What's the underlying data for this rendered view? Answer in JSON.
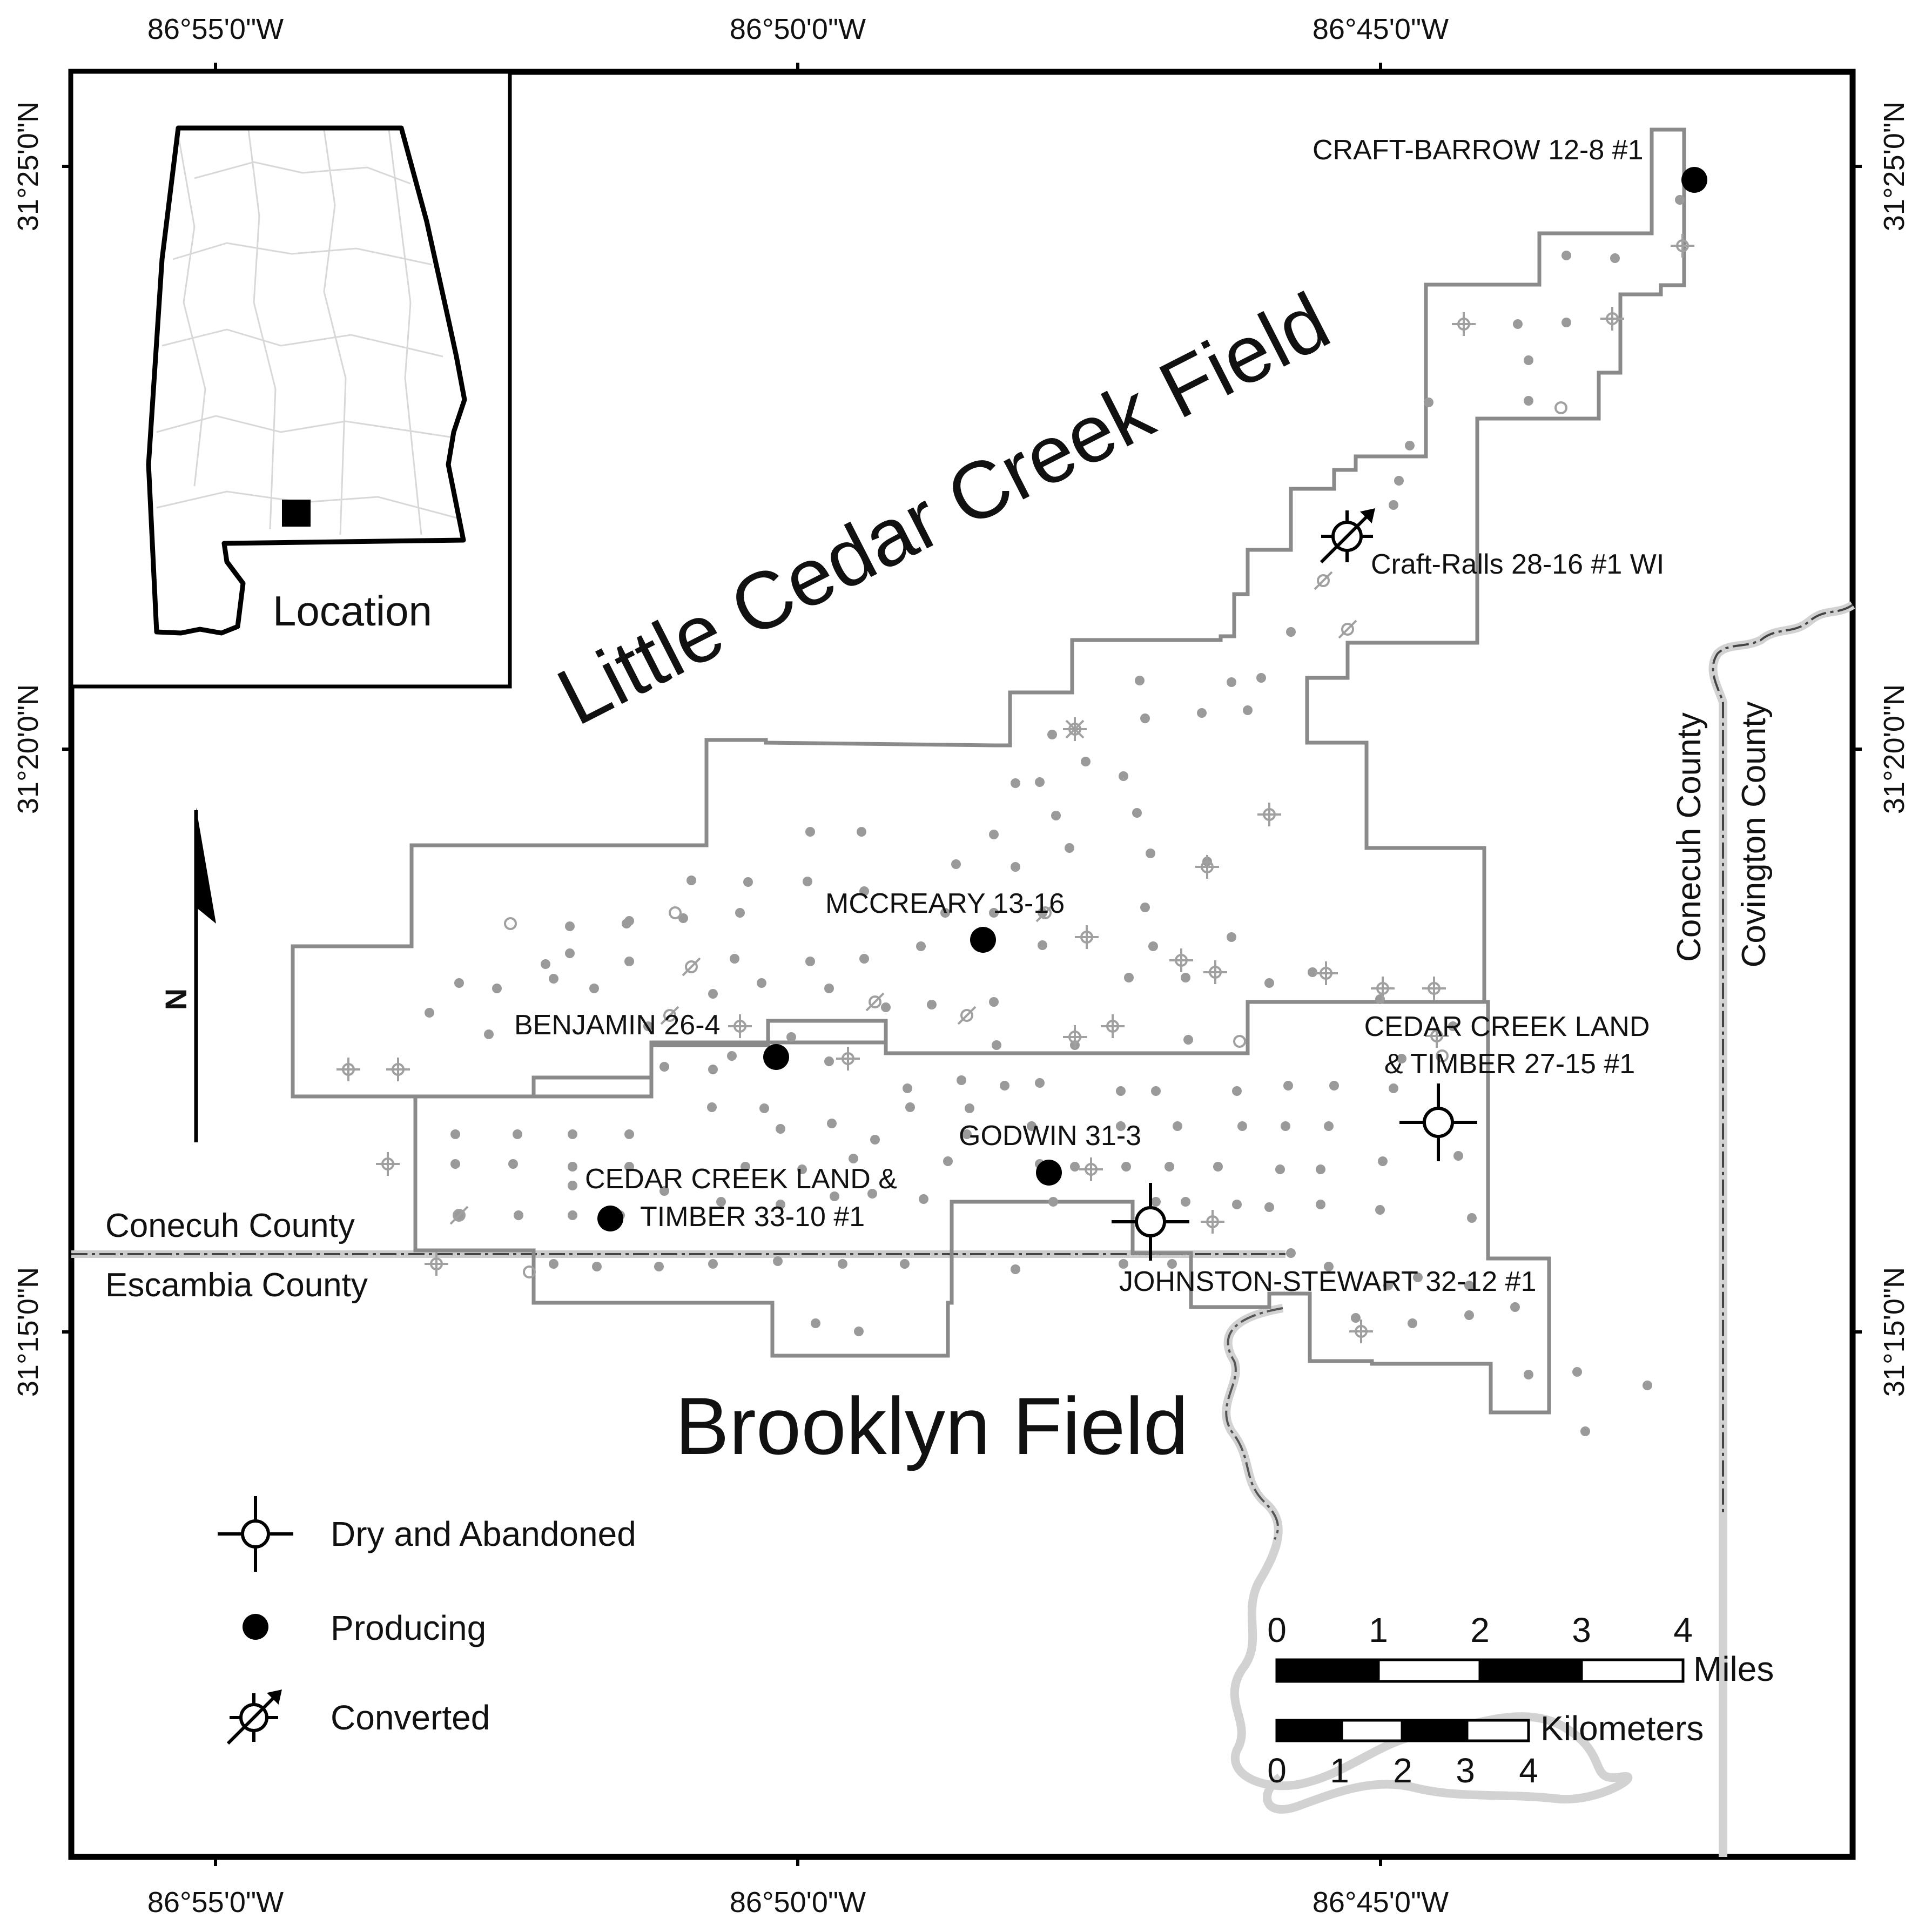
{
  "map": {
    "coordinates": {
      "top": [
        "86°55'0\"W",
        "86°50'0\"W",
        "86°45'0\"W"
      ],
      "bottom": [
        "86°55'0\"W",
        "86°50'0\"W",
        "86°45'0\"W"
      ],
      "left": [
        "31°25'0\"N",
        "31°20'0\"N",
        "31°15'0\"N"
      ],
      "right": [
        "31°25'0\"N",
        "31°20'0\"N",
        "31°15'0\"N"
      ]
    },
    "field_names": {
      "little_cedar_creek": "Little Cedar Creek Field",
      "brooklyn": "Brooklyn Field"
    },
    "counties": {
      "conecuh_west": "Conecuh County",
      "escambia": "Escambia County",
      "conecuh_east": "Conecuh County",
      "covington": "Covington County"
    },
    "wells": [
      {
        "label": "CRAFT-BARROW 12-8 #1",
        "status": "Producing"
      },
      {
        "label": "Craft-Ralls 28-16 #1 WI",
        "status": "Converted"
      },
      {
        "label": "MCCREARY 13-16",
        "status": "Producing"
      },
      {
        "label": "BENJAMIN 26-4",
        "status": "Producing"
      },
      {
        "label_line1": "CEDAR CREEK LAND",
        "label_line2": "& TIMBER 27-15 #1",
        "status": "Dry and Abandoned"
      },
      {
        "label": "GODWIN 31-3",
        "status": "Producing"
      },
      {
        "label_line1": "CEDAR CREEK LAND &",
        "label_line2": "TIMBER 33-10 #1",
        "status": "Producing"
      },
      {
        "label": "JOHNSTON-STEWART 32-12 #1",
        "status": "Dry and Abandoned"
      }
    ],
    "inset": {
      "label": "Location"
    },
    "north_arrow": {
      "label": "N"
    },
    "legend": [
      {
        "label": "Dry and Abandoned",
        "icon": "dry-abandoned-well-icon"
      },
      {
        "label": "Producing",
        "icon": "producing-well-icon"
      },
      {
        "label": "Converted",
        "icon": "converted-well-icon"
      }
    ],
    "scale_bars": {
      "miles": {
        "unit": "Miles",
        "ticks": [
          "0",
          "1",
          "2",
          "3",
          "4"
        ]
      },
      "kilometers": {
        "unit": "Kilometers",
        "ticks": [
          "0",
          "1",
          "2",
          "3",
          "4"
        ]
      }
    },
    "colors": {
      "frame": "#000000",
      "field_outline": "#8a8a8a",
      "well_dot": "#9a9a9a",
      "river": "#d0d0d0",
      "producing": "#000000"
    }
  }
}
